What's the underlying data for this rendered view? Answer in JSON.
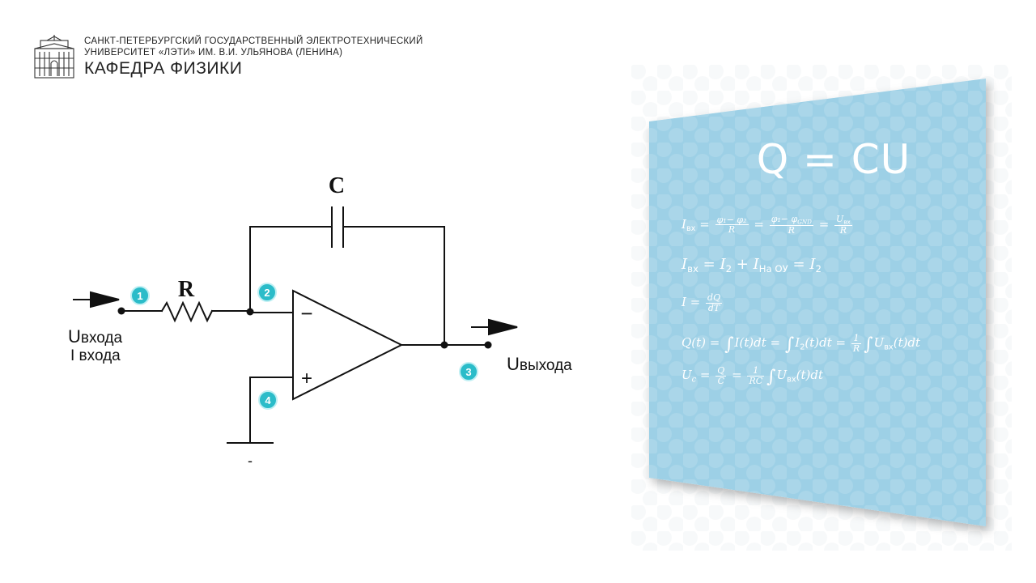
{
  "header": {
    "university_line1": "САНКТ-ПЕТЕРБУРГСКИЙ ГОСУДАРСТВЕННЫЙ ЭЛЕКТРОТЕХНИЧЕСКИЙ",
    "university_line2": "УНИВЕРСИТЕТ «ЛЭТИ» ИМ. В.И. УЛЬЯНОВА (ЛЕНИНА)",
    "department": "КАФЕДРА ФИЗИКИ"
  },
  "circuit": {
    "capacitor_label": "C",
    "resistor_label": "R",
    "input_voltage": {
      "main": "U",
      "sub": "входа"
    },
    "input_current": "I входа",
    "output_voltage": {
      "main": "U",
      "sub": "выхода"
    },
    "inverting_sign": "−",
    "noninverting_sign": "+",
    "ground_sign": "-",
    "badges": [
      "1",
      "2",
      "3",
      "4"
    ],
    "badge_color": "#2bbcc9"
  },
  "formulas": {
    "title": "Q = CU",
    "panel_color": "#9dd0e6",
    "f1": {
      "lhs": "I",
      "lhs_sub": "вх",
      "eq": "=",
      "frac1_num": "φ₁− φ₂",
      "frac1_den": "R",
      "frac2_num": "φ₁− φ",
      "frac2_num_sub": "GND",
      "frac2_den": "R",
      "frac3_num": "U",
      "frac3_num_sub": "вх",
      "frac3_den": "R"
    },
    "f2": {
      "lhs": "I",
      "lhs_sub": "вх",
      "eq": "=",
      "t1": "I",
      "t1_sub": "2",
      "plus": "+",
      "t2": "I",
      "t2_sub": "На ОУ",
      "eq2": "=",
      "t3": "I",
      "t3_sub": "2"
    },
    "f3": {
      "lhs": "I =",
      "num": "dQ",
      "den": "dT"
    },
    "f4": {
      "lhs": "Q(t) =",
      "int": "∫",
      "a": "I(t)dt =",
      "b": "I",
      "b_sub": "2",
      "b_rest": "(t)dt =",
      "frac_num": "1",
      "frac_den": "R",
      "c": "U",
      "c_sub": "вх",
      "c_rest": "(t)dt"
    },
    "f5": {
      "lhs": "U",
      "lhs_sub": "c",
      "eq": "=",
      "frac1_num": "Q",
      "frac1_den": "C",
      "frac2_num": "1",
      "frac2_den": "RC",
      "int": "∫",
      "b": "U",
      "b_sub": "вх",
      "b_rest": "(t)dt"
    }
  }
}
